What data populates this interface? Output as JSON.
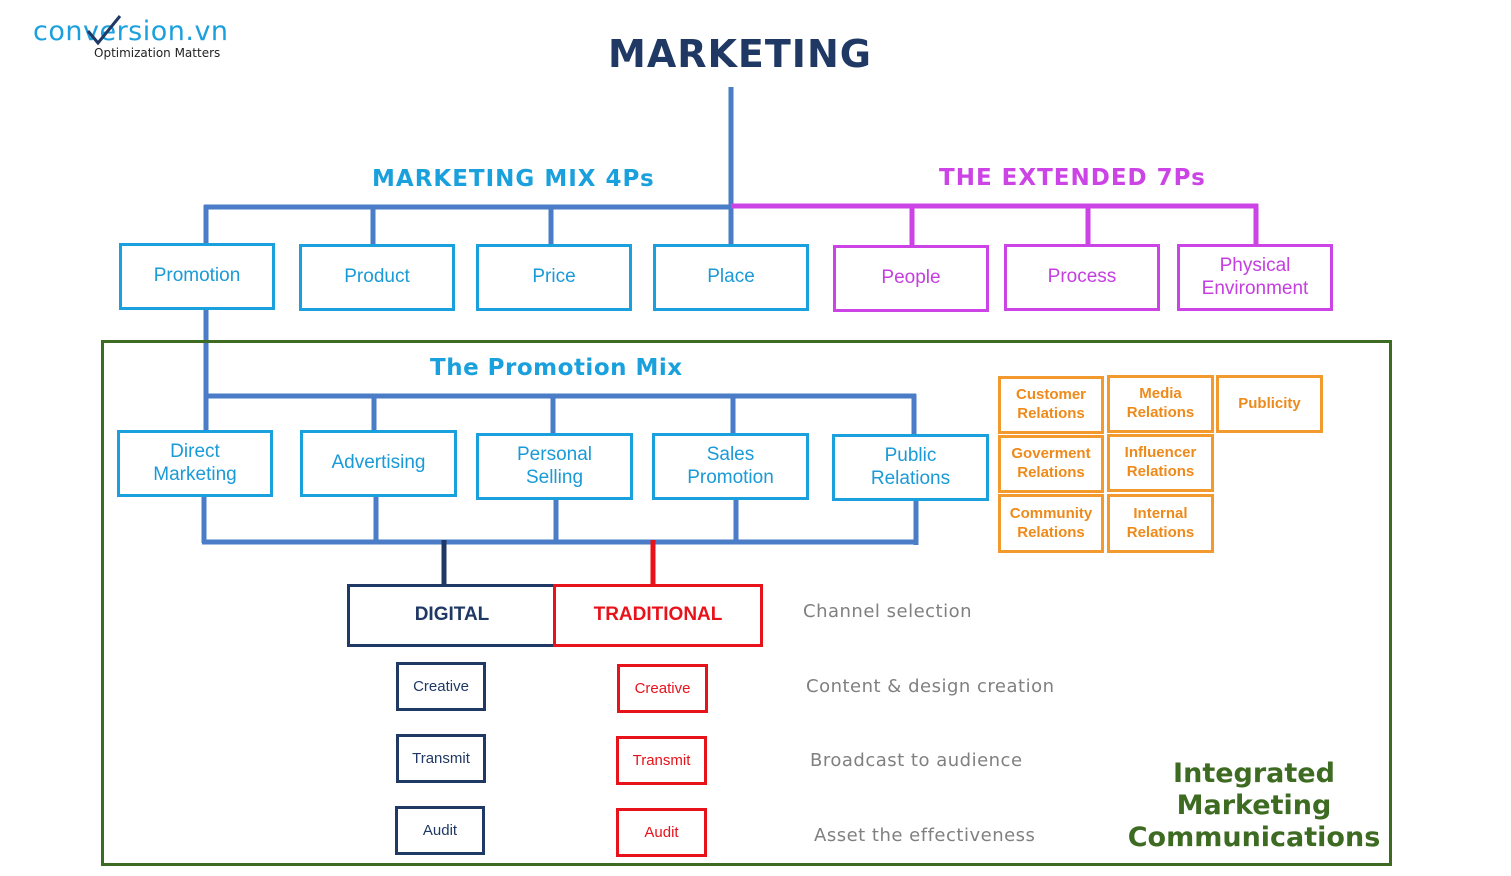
{
  "logo": {
    "wordmark": "conversion.vn",
    "tagline": "Optimization Matters"
  },
  "title": "MARKETING",
  "mix4ps": {
    "heading": "MARKETING MIX 4Ps",
    "items": [
      "Promotion",
      "Product",
      "Price",
      "Place"
    ]
  },
  "extended7ps": {
    "heading": "THE EXTENDED 7Ps",
    "items": [
      "People",
      "Process",
      "Physical\nEnvironment"
    ]
  },
  "promotion_mix": {
    "heading": "The Promotion Mix",
    "items": [
      "Direct\nMarketing",
      "Advertising",
      "Personal\nSelling",
      "Sales\nPromotion",
      "Public\nRelations"
    ]
  },
  "pr_types": [
    "Customer\nRelations",
    "Media\nRelations",
    "Publicity",
    "Goverment\nRelations",
    "Influencer\nRelations",
    "Community\nRelations",
    "Internal\nRelations"
  ],
  "channels": {
    "digital": "DIGITAL",
    "traditional": "TRADITIONAL",
    "digital_steps": [
      "Creative",
      "Transmit",
      "Audit"
    ],
    "traditional_steps": [
      "Creative",
      "Transmit",
      "Audit"
    ]
  },
  "stages": [
    "Channel selection",
    "Content & design creation",
    "Broadcast to audience",
    "Asset the effectiveness"
  ],
  "imc_title": "Integrated\nMarketing\nCommunications",
  "colors": {
    "title": "#1f3864",
    "mix_line": "#4a7cc7",
    "mix_heading": "#1aa0dc",
    "extended": "#cc44e6",
    "pr_orange": "#f39a2e",
    "digital_navy": "#1f3864",
    "traditional_red": "#e8121a",
    "imc_green": "#3d6b21",
    "stage_grey": "#808080"
  }
}
